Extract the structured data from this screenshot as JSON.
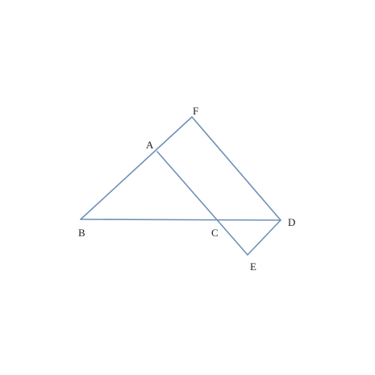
{
  "figure": {
    "line_color": "#7090b8",
    "label_color": "#222222",
    "points": [
      {
        "id": "F",
        "label": "F"
      },
      {
        "id": "A",
        "label": "A"
      },
      {
        "id": "B",
        "label": "B"
      },
      {
        "id": "C",
        "label": "C"
      },
      {
        "id": "D",
        "label": "D"
      },
      {
        "id": "E",
        "label": "E"
      }
    ],
    "segments": [
      {
        "from": "B",
        "to": "F"
      },
      {
        "from": "F",
        "to": "D"
      },
      {
        "from": "B",
        "to": "D"
      },
      {
        "from": "A",
        "to": "E"
      },
      {
        "from": "E",
        "to": "D"
      }
    ]
  }
}
